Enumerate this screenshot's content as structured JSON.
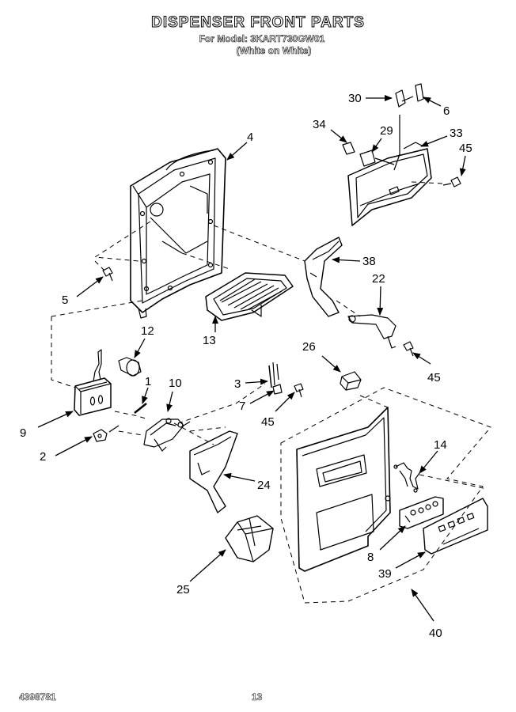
{
  "header": {
    "title": "DISPENSER FRONT PARTS",
    "model_line": "For Model: 3KART730GW01",
    "color_line": "(White on White)"
  },
  "footer": {
    "doc_number": "4398781",
    "page_number": "13"
  },
  "callouts": {
    "c1": "1",
    "c2": "2",
    "c3": "3",
    "c4": "4",
    "c5": "5",
    "c6": "6",
    "c7": "7",
    "c8": "8",
    "c9": "9",
    "c10": "10",
    "c12": "12",
    "c13": "13",
    "c14": "14",
    "c22": "22",
    "c24": "24",
    "c25": "25",
    "c26": "26",
    "c29": "29",
    "c30": "30",
    "c33": "33",
    "c34": "34",
    "c38": "38",
    "c39": "39",
    "c40": "40",
    "c45a": "45",
    "c45b": "45",
    "c45c": "45"
  }
}
